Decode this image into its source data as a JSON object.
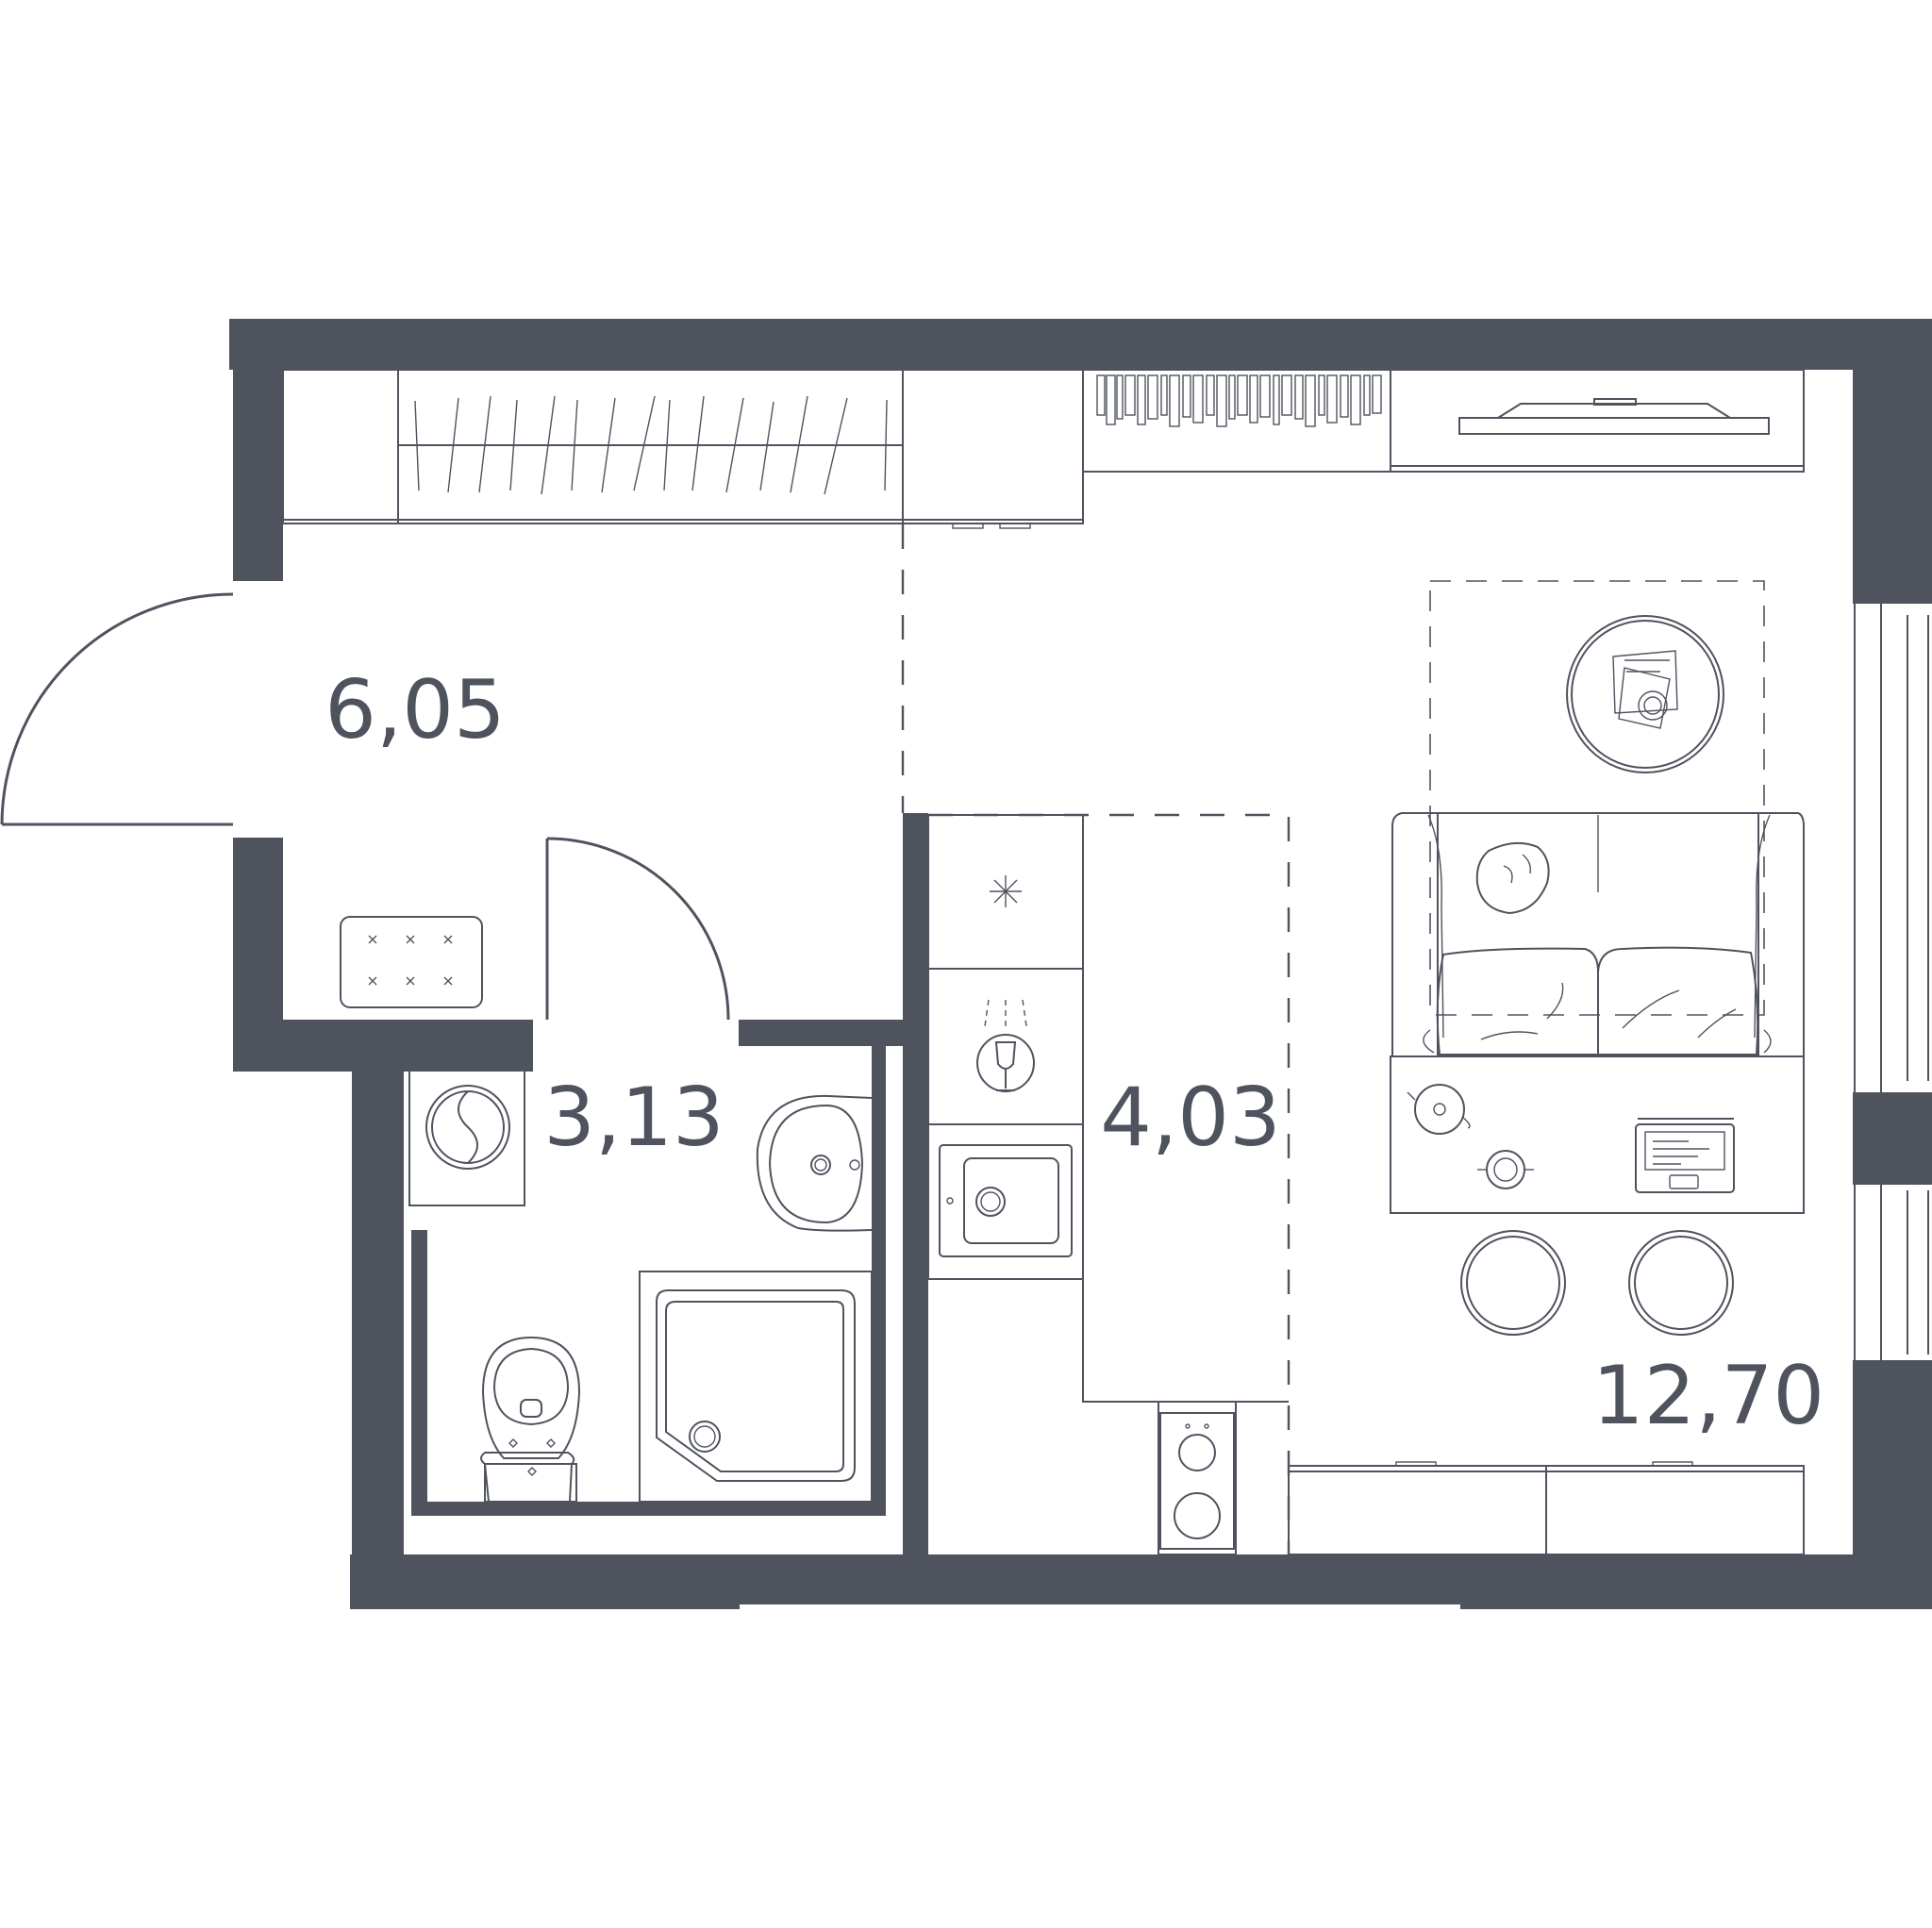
{
  "colors": {
    "wall": "#4f535e",
    "line": "#4f535e",
    "background": "#ffffff"
  },
  "rooms": {
    "hallway": {
      "area": "6,05"
    },
    "bathroom": {
      "area": "3,13"
    },
    "kitchen": {
      "area": "4,03"
    },
    "living": {
      "area": "12,70"
    }
  },
  "icons": [
    "fridge-icon",
    "washing-machine-icon",
    "sink-icon",
    "toilet-icon",
    "shower-tray-icon",
    "stove-icon",
    "sofa-icon",
    "coffee-table-icon",
    "laptop-icon",
    "stool-icon",
    "tv-icon",
    "wardrobe-icon",
    "shoe-bench-icon"
  ]
}
